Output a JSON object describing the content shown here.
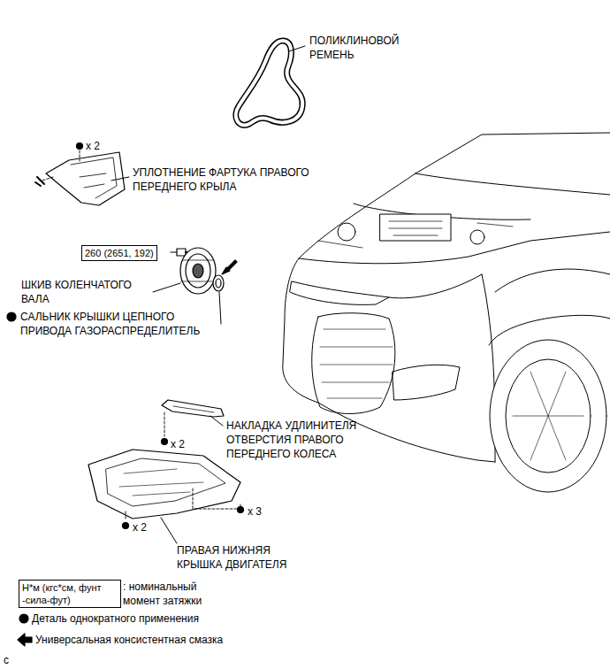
{
  "diagram": {
    "nodes": [
      {
        "text": [
          "260 (2651, 192)"
        ]
      },
      {
        "text": [
          "Н*м (кгс*см, фунт -сила-фут)"
        ]
      }
    ],
    "labels": [
      "ПОЛИКЛИНОВОЙ РЕМЕНЬ",
      "x 2",
      "УПЛОТНЕНИЕ ФАРТУКА ПРАВОГО ПЕРЕДНЕГО КРЫЛА",
      "ШКИВ КОЛЕНЧАТОГО ВАЛА",
      "САЛЬНИК КРЫШКИ ЦЕПНОГО ПРИВОДА ГАЗОРАСПРЕДЕЛИТЕЛЬ",
      "НАКЛАДКА УДЛИНИТЕЛЯ ОТВЕРСТИЯ ПРАВОГО ПЕРЕДНЕГО КОЛЕСА",
      "x 2",
      "x 2",
      "x 3",
      "ПРАВАЯ НИЖНЯЯ КРЫШКА ДВИГАТЕЛЯ",
      "c"
    ],
    "legend": [
      {
        "text": ": номинальный момент затяжки"
      },
      {
        "text": "Деталь однократного применения"
      },
      {
        "text": "Универсальная консистентная смазка"
      }
    ]
  }
}
